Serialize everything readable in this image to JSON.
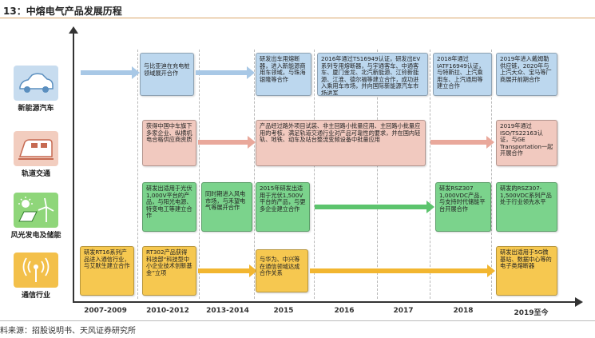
{
  "title": "13：中熔电气产品发展历程",
  "source": "料来源：招股说明书、天风证券研究所",
  "colors": {
    "blue": "#bcd7ee",
    "pink": "#f1c9bf",
    "green": "#7bd38c",
    "yellow": "#f6c850"
  },
  "years": [
    "2007-2009",
    "2010-2012",
    "2013-2014",
    "2015",
    "2016",
    "2017",
    "2018",
    "2019至今"
  ],
  "categories": [
    {
      "label": "新能源汽车",
      "icon": "car-icon"
    },
    {
      "label": "轨道交通",
      "icon": "train-icon"
    },
    {
      "label": "风光发电及储能",
      "icon": "solar-wind-icon"
    },
    {
      "label": "通信行业",
      "icon": "antenna-icon"
    }
  ],
  "boxes": {
    "ev_2010": "与比亚迪在充电桩领域展开合作",
    "ev_2015": "研发出车用熔断器，进入新能源商用车领域，与珠海银隆等合作",
    "ev_2016": "2016年通过TS16949认证，研发出EV系列专用熔断器，与宇通客车、中通客车、厦门金龙、北汽新能源、江铃新能源、江淮、德尔福等建立合作，成功进入乘用车市场，并向国际新能源汽车市场进军",
    "ev_2018": "2018年通过IATF16949认证，与特斯拉、上汽乘用车、上汽通用等建立合作",
    "ev_2019": "2019年进入戴姆勒供应链，2020年与上汽大众、宝马等厂商展开前期合作",
    "rail_2010": "获得中国中车旗下多家企业、纵横机电合格供应商资质",
    "rail_2015": "产品经过路外项目试装、非主回路小批量应用、主回路小批量应用的考核，满足轨道交通行业对产品可靠性的要求，并在国内轻轨、地铁、动车及站台整流变频设备中批量应用",
    "rail_2019": "2019年通过ISO/TS22163认证，与GE Transportation一起开展合作",
    "pv_2010": "研发出适用于光伏1,000V平台的产品，与阳光电源、特变电工等建立合作",
    "pv_2013": "同时期进入风电市场，与禾望电气等展开合作",
    "pv_2015": "2015年研发出适用于光伏1,500V平台的产品，与更多企业建立合作",
    "pv_2018": "研发RSZ307 1,000VDC产品，与支持时代储能平台开展合作",
    "pv_2019": "研发的RSZ307-1,500VDC系列产品处于行业领先水平",
    "tel_2007": "研发RT16系列产品进入通信行业，与艾默生建立合作",
    "tel_2010": "RT302产品获得科技部“科技型中小企业技术创新基金”立项",
    "tel_2015": "与华为、中兴等在通信领域达成合作关系",
    "tel_2019": "研发出适用于5G微基站、数据中心等的电子类熔断器"
  }
}
